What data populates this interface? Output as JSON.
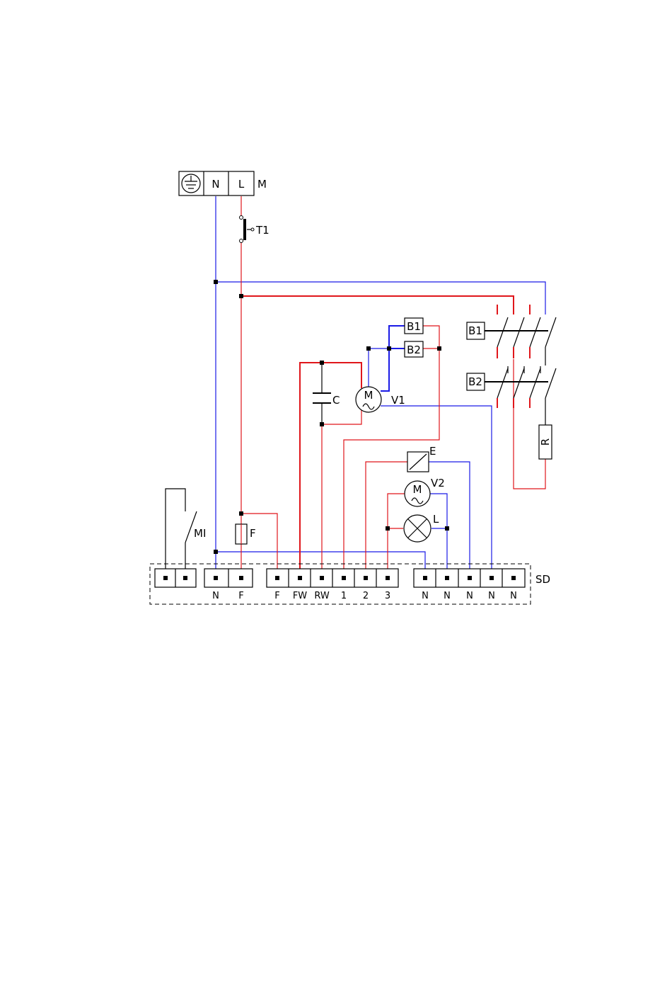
{
  "colors": {
    "phase_wire": "#e0161b",
    "neutral_wire": "#1a1ae6",
    "outline": "#000000"
  },
  "mains": {
    "label": "M",
    "terminals": [
      "N",
      "L"
    ],
    "earth_icon": "earth-ground-icon"
  },
  "components": {
    "T1": "T1",
    "B1": "B1",
    "B2": "B2",
    "C": "C",
    "V1": "V1",
    "V2": "V2",
    "E": "E",
    "L": "L",
    "R": "R",
    "F": "F",
    "MI": "MI",
    "motor_symbol": "M"
  },
  "switchgear": {
    "label": "SD"
  },
  "terminal_labels": [
    "N",
    "F",
    "F",
    "FW",
    "RW",
    "1",
    "2",
    "3",
    "N",
    "N",
    "N",
    "N",
    "N"
  ]
}
